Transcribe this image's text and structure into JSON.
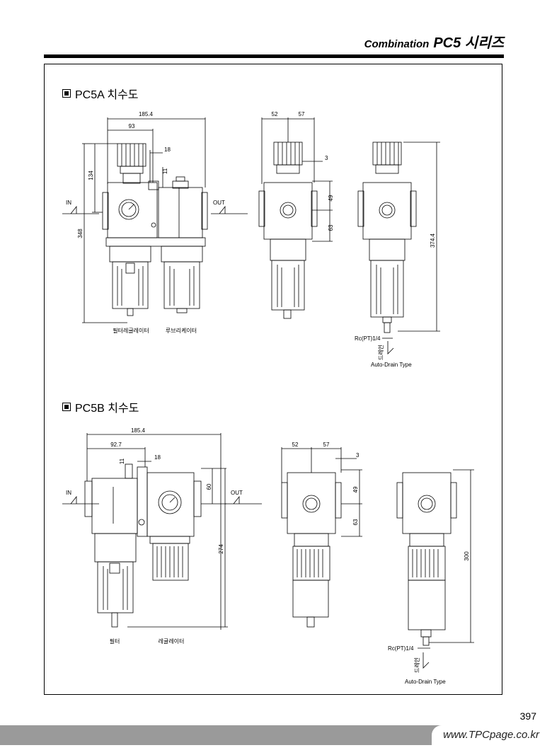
{
  "header": {
    "prefix": "Combination",
    "series": "PC5 시리즈"
  },
  "sections": [
    {
      "title": "PC5A 치수도"
    },
    {
      "title": "PC5B 치수도"
    }
  ],
  "pc5a": {
    "dims": {
      "width_total": "185.4",
      "width_half": "93",
      "d18": "18",
      "d134": "134",
      "d11": "11",
      "d348": "348",
      "d52": "52",
      "d57": "57",
      "d3": "3",
      "d49": "49",
      "d63": "63",
      "d374": "374.4"
    },
    "in_label": "IN",
    "out_label": "OUT",
    "left_unit": "필터레귤레이터",
    "right_unit": "루브리케이터",
    "port": "Rc(PT)1/4",
    "drain": "드레인",
    "drain_type": "Auto-Drain Type"
  },
  "pc5b": {
    "dims": {
      "width_total": "185.4",
      "width_half": "92.7",
      "d18": "18",
      "d11": "11",
      "d60": "60",
      "d274": "274",
      "d52": "52",
      "d57": "57",
      "d3": "3",
      "d49": "49",
      "d63": "63",
      "d300": "300"
    },
    "in_label": "IN",
    "out_label": "OUT",
    "left_unit": "필터",
    "right_unit": "레귤레이터",
    "port": "Rc(PT)1/4",
    "drain": "드레인",
    "drain_type": "Auto-Drain Type"
  },
  "page_number": "397",
  "footer_url": "www.TPCpage.co.kr"
}
